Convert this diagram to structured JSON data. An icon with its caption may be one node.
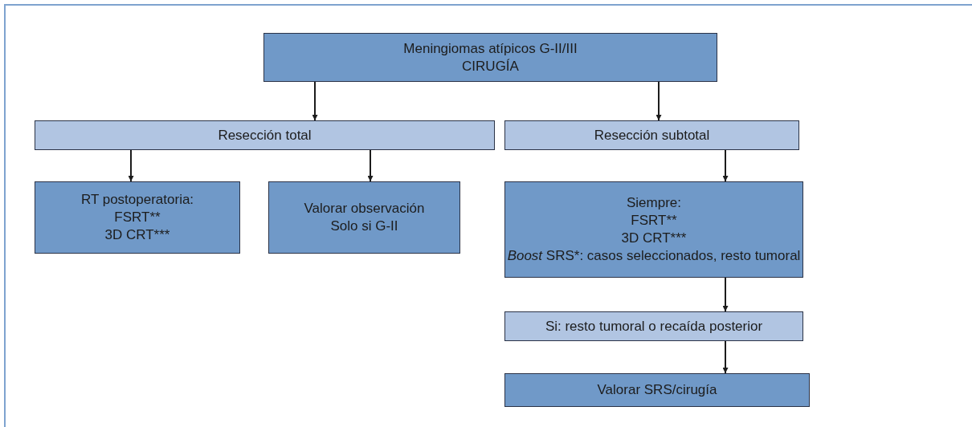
{
  "diagram": {
    "nodes": [
      {
        "text": [
          "Meningiomas atípicos G-II/III",
          "CIRUGÍA"
        ]
      },
      {
        "text": [
          "Resección total"
        ]
      },
      {
        "text": [
          "Resección subtotal"
        ]
      },
      {
        "text": [
          "RT postoperatoria:",
          "FSRT**",
          "3D CRT***"
        ]
      },
      {
        "text": [
          "Valorar observación",
          "Solo si G-II"
        ]
      },
      {
        "text": [
          "Siempre:",
          "FSRT**",
          "3D CRT***",
          "*Boost* SRS*: casos seleccionados, resto tumoral"
        ]
      },
      {
        "text": [
          "Si: resto tumoral o recaída posterior"
        ]
      },
      {
        "text": [
          "Valorar SRS/cirugía"
        ]
      }
    ],
    "edges": [
      {
        "from": 0,
        "to": 1,
        "arrow": "to"
      },
      {
        "from": 0,
        "to": 2,
        "arrow": "to"
      },
      {
        "from": 1,
        "to": 3,
        "arrow": "to"
      },
      {
        "from": 1,
        "to": 4,
        "arrow": "to"
      },
      {
        "from": 2,
        "to": 5,
        "arrow": "to"
      },
      {
        "from": 5,
        "to": 6,
        "arrow": "to"
      },
      {
        "from": 6,
        "to": 7,
        "arrow": "to"
      }
    ]
  }
}
